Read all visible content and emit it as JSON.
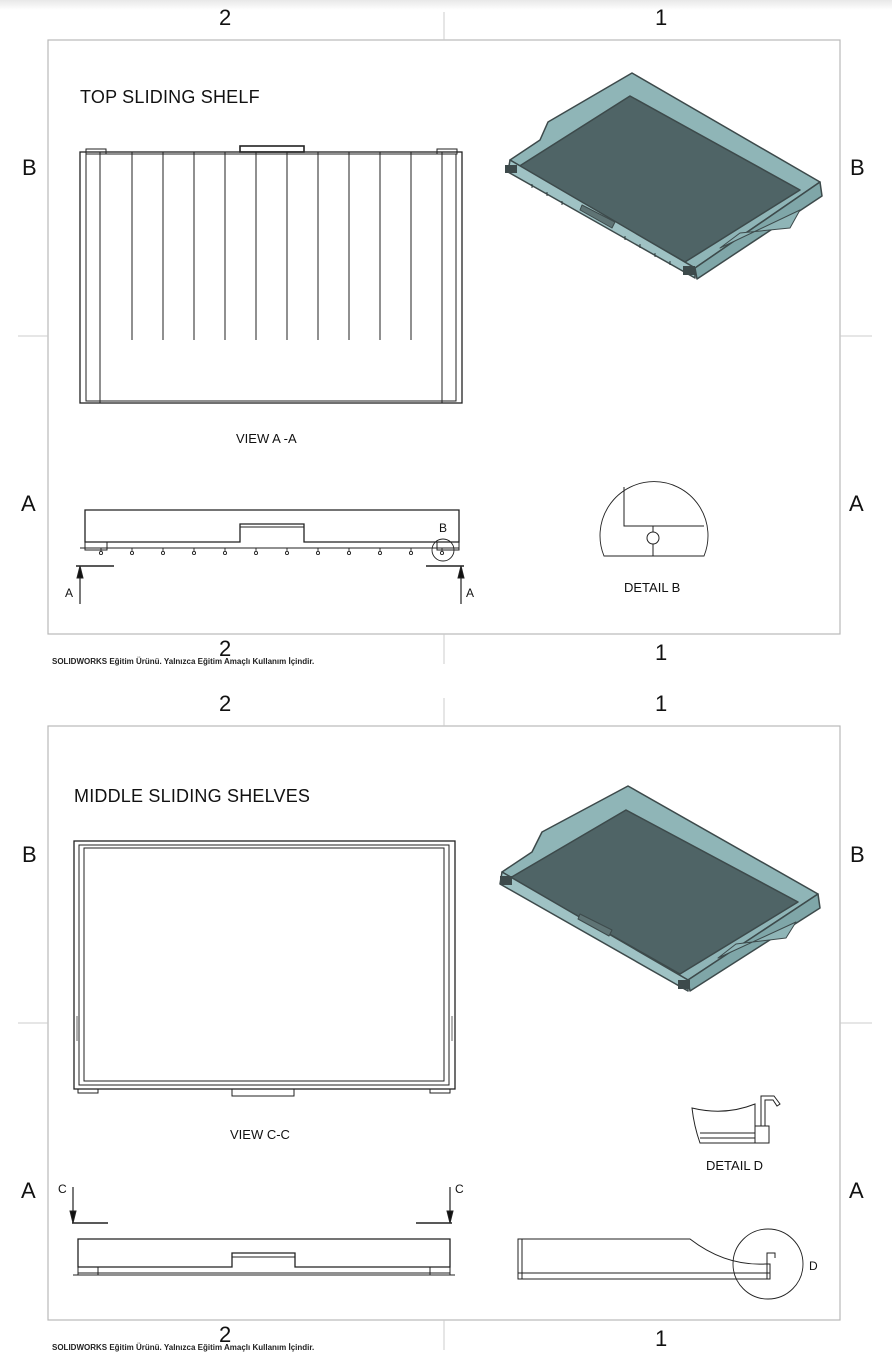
{
  "sheets": [
    {
      "zone_cols": [
        "2",
        "1"
      ],
      "zone_rows": [
        "B",
        "A"
      ],
      "title": "TOP SLIDING SHELF",
      "section_view_label": "VIEW A -A",
      "section_marker": "A",
      "detail_marker": "B",
      "detail_view_label": "DETAIL B",
      "footer_note": "SOLIDWORKS Eğitim Ürünü. Yalnızca Eğitim Amaçlı Kullanım İçindir."
    },
    {
      "zone_cols": [
        "2",
        "1"
      ],
      "zone_rows": [
        "B",
        "A"
      ],
      "title": "MIDDLE SLIDING SHELVES",
      "section_view_label": "VIEW C-C",
      "section_marker": "C",
      "detail_marker": "D",
      "detail_view_label": "DETAIL D",
      "footer_note": "SOLIDWORKS Eğitim Ürünü. Yalnızca Eğitim Amaçlı Kullanım İçindir."
    }
  ],
  "colors": {
    "tray_floor": "#4f6466",
    "tray_wall": "#8fb5b7",
    "tray_edge": "#3d4a4b",
    "border": "#b9b9b9"
  }
}
